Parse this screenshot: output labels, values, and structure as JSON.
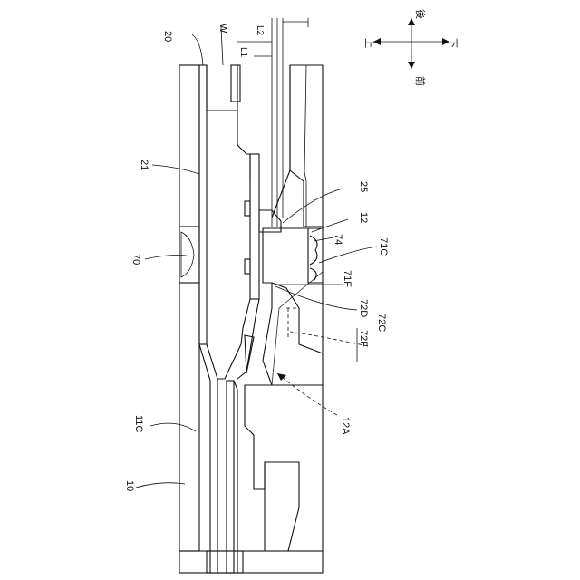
{
  "figure": {
    "labels": {
      "w": "W",
      "n20": "20",
      "n21": "21",
      "n70": "70",
      "n11c": "11C",
      "n10": "10",
      "n25": "25",
      "n12": "12",
      "n74": "74",
      "n71c": "71C",
      "n71f": "71F",
      "n72d": "72D",
      "n72f": "72F",
      "n72c": "72C",
      "n12a": "12A",
      "l1": "L1",
      "l2": "L2"
    },
    "directions": {
      "up": "上",
      "back": "後",
      "down": "下",
      "front": "前"
    }
  }
}
